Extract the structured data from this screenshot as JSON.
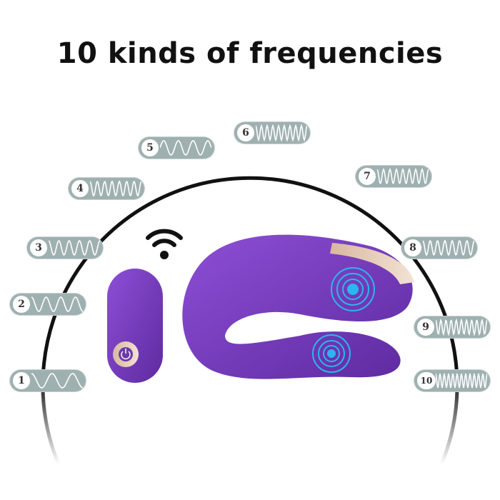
{
  "title": "10 kinds of frequencies",
  "frequencies": [
    {
      "label": "1",
      "cycles": 2.5
    },
    {
      "label": "2",
      "cycles": 3.5
    },
    {
      "label": "3",
      "cycles": 5
    },
    {
      "label": "4",
      "cycles": 7
    },
    {
      "label": "5",
      "cycles": 3.5
    },
    {
      "label": "6",
      "cycles": 9
    },
    {
      "label": "7",
      "cycles": 8
    },
    {
      "label": "8",
      "cycles": 7
    },
    {
      "label": "9",
      "cycles": 10
    },
    {
      "label": "10",
      "cycles": 12
    }
  ],
  "colors": {
    "badge": "#9fb0b0",
    "device": "#7b3fc0",
    "accent": "#2bb6f0"
  }
}
